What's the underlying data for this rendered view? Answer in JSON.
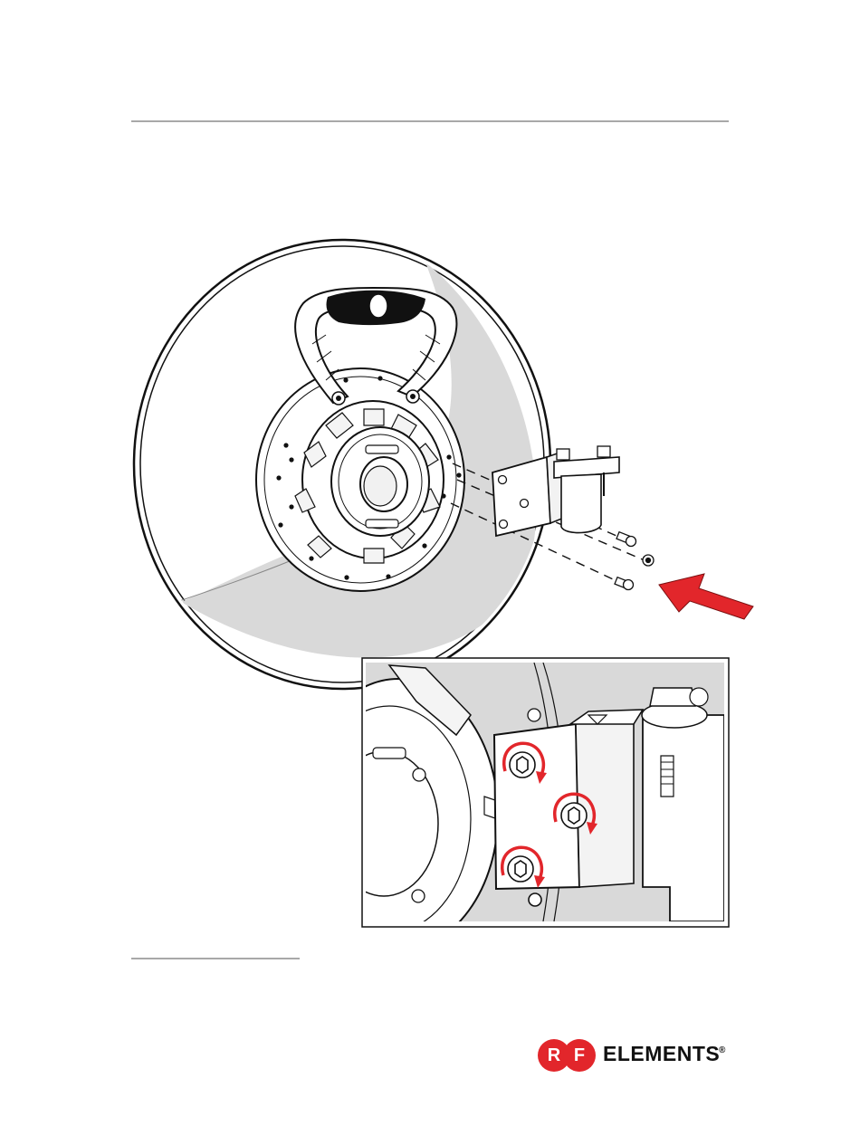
{
  "brand": {
    "letter_1": "R",
    "letter_2": "F",
    "name": "ELEMENTS",
    "mark": "®",
    "color": "#e2262b"
  },
  "illustration": {
    "main": "dish-antenna-rear-with-mounting-bracket",
    "detail": "bracket-bolt-tightening-closeup",
    "arrow_color": "#e2262b",
    "shading_color": "#d9d9d9",
    "icons": [
      "push-arrow-icon",
      "rotate-clockwise-icon",
      "hex-bolt-icon"
    ]
  }
}
